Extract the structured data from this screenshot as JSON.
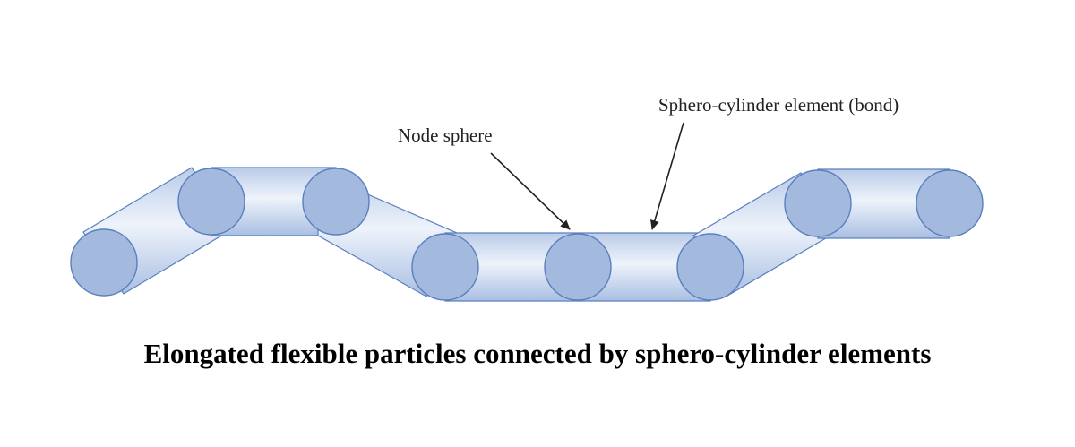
{
  "labels": {
    "node_sphere": "Node sphere",
    "bond": "Sphero-cylinder element (bond)"
  },
  "caption": "Elongated flexible particles connected by sphero-cylinder elements",
  "colors": {
    "node_fill": "#a3b9dd",
    "node_stroke": "#5b7fbf",
    "bond_light": "#e9f0fa",
    "bond_dark": "#b3c7e6",
    "arrow": "#222222"
  }
}
